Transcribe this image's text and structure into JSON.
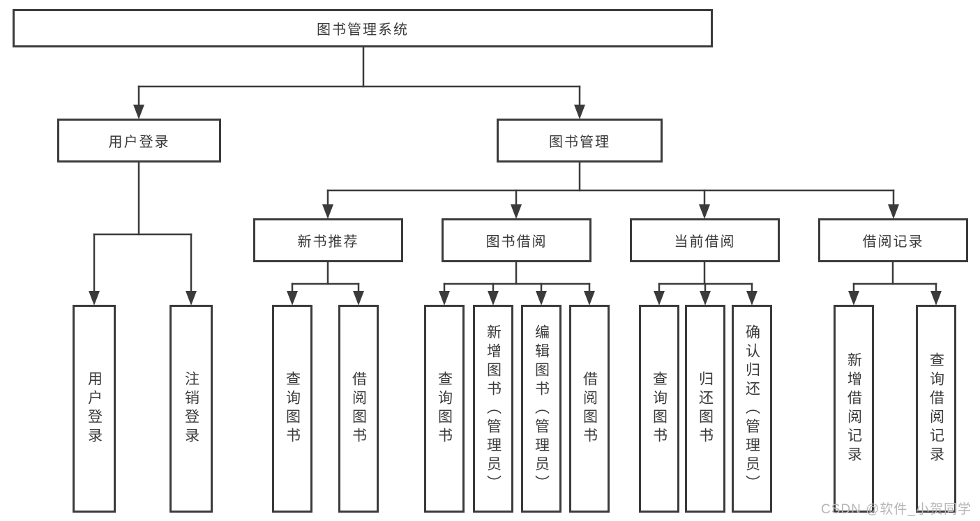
{
  "diagram": {
    "title": "图书管理系统",
    "branches": {
      "user_login": {
        "label": "用户登录",
        "children": [
          "用户登录",
          "注销登录"
        ]
      },
      "book_mgmt": {
        "label": "图书管理",
        "sections": {
          "new_books": {
            "label": "新书推荐",
            "children": [
              "查询图书",
              "借阅图书"
            ]
          },
          "borrow": {
            "label": "图书借阅",
            "children": [
              "查询图书",
              "新增图书（管理员）",
              "编辑图书（管理员）",
              "借阅图书"
            ]
          },
          "current": {
            "label": "当前借阅",
            "children": [
              "查询图书",
              "归还图书",
              "确认归还（管理员）"
            ]
          },
          "records": {
            "label": "借阅记录",
            "children": [
              "新增借阅记录",
              "查询借阅记录"
            ]
          }
        }
      }
    }
  },
  "watermark": "CSDN @软件_小贺同学",
  "colors": {
    "line": "#3b3b3b",
    "text": "#3a3a3a",
    "watermark": "#b6b6b6",
    "background": "#ffffff"
  }
}
